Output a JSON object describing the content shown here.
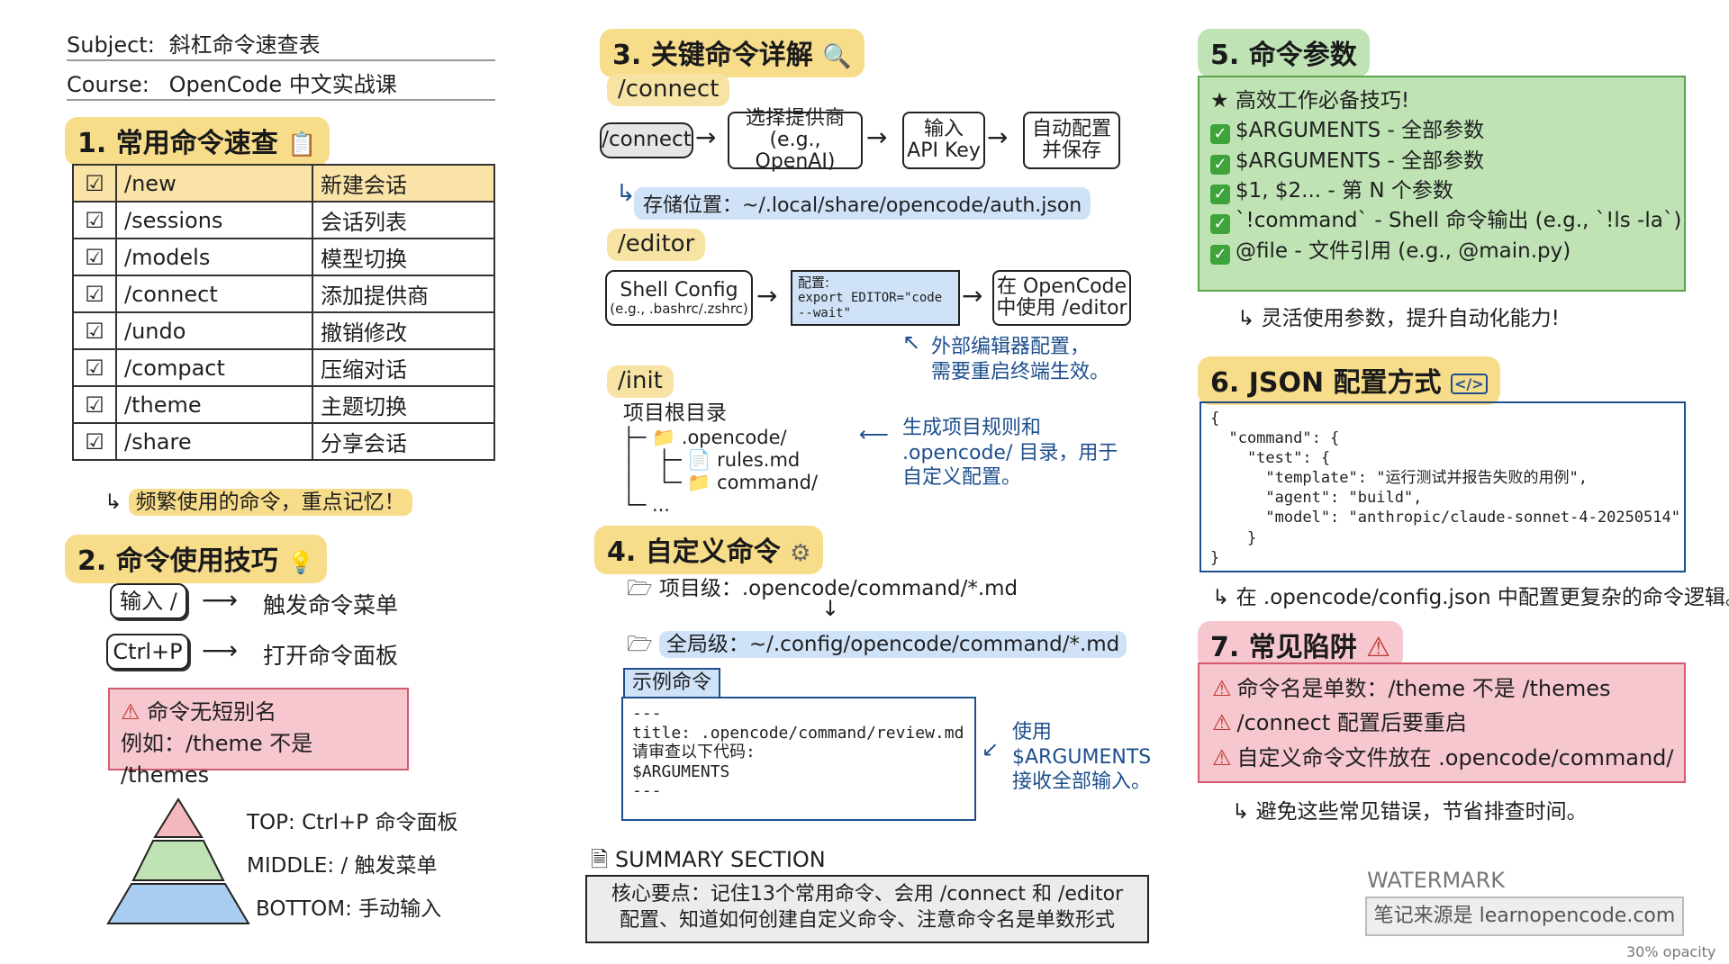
{
  "header": {
    "subject_label": "Subject:",
    "subject_value": "斜杠命令速查表",
    "course_label": "Course:",
    "course_value": "OpenCode 中文实战课"
  },
  "section1": {
    "title": "1. 常用命令速查",
    "rows": [
      {
        "cmd": "/new",
        "desc": "新建会话"
      },
      {
        "cmd": "/sessions",
        "desc": "会话列表"
      },
      {
        "cmd": "/models",
        "desc": "模型切换"
      },
      {
        "cmd": "/connect",
        "desc": "添加提供商"
      },
      {
        "cmd": "/undo",
        "desc": "撤销修改"
      },
      {
        "cmd": "/compact",
        "desc": "压缩对话"
      },
      {
        "cmd": "/theme",
        "desc": "主题切换"
      },
      {
        "cmd": "/share",
        "desc": "分享会话"
      }
    ],
    "note": "频繁使用的命令，重点记忆！"
  },
  "section2": {
    "title": "2. 命令使用技巧",
    "key1": "输入 /",
    "key1_desc": "触发命令菜单",
    "key2": "Ctrl+P",
    "key2_desc": "打开命令面板",
    "warn_line1": "命令无短别名",
    "warn_line2": "例如：/theme 不是 /themes",
    "pyramid_top": "TOP: Ctrl+P 命令面板",
    "pyramid_middle": "MIDDLE: / 触发菜单",
    "pyramid_bottom": "BOTTOM: 手动输入"
  },
  "section3": {
    "title": "3. 关键命令详解",
    "connect_label": "/connect",
    "connect_box": "/connect",
    "connect_step1_l1": "选择提供商",
    "connect_step1_l2": "(e.g., OpenAI)",
    "connect_step2_l1": "输入",
    "connect_step2_l2": "API Key",
    "connect_step3_l1": "自动配置",
    "connect_step3_l2": "并保存",
    "connect_storage": "存储位置：~/.local/share/opencode/auth.json",
    "editor_label": "/editor",
    "editor_box1_l1": "Shell Config",
    "editor_box1_l2": "(e.g., .bashrc/.zshrc)",
    "editor_box2_l1": "配置:",
    "editor_box2_l2": "export EDITOR=\"code",
    "editor_box2_l3": "--wait\"",
    "editor_box3_l1": "在 OpenCode",
    "editor_box3_l2": "中使用 /editor",
    "editor_note_l1": "外部编辑器配置，",
    "editor_note_l2": "需要重启终端生效。",
    "init_label": "/init",
    "tree_root": "项目根目录",
    "tree_l1": "├─ 📁 .opencode/",
    "tree_l2": "│    ├─ 📄 rules.md",
    "tree_l3": "│    └─ 📁 command/",
    "tree_l4": "└─ ...",
    "init_note_l1": "生成项目规则和",
    "init_note_l2": ".opencode/ 目录，用于",
    "init_note_l3": "自定义配置。"
  },
  "section4": {
    "title": "4. 自定义命令",
    "project_level": "项目级：.opencode/command/*.md",
    "global_level": "全局级：~/.config/opencode/command/*.md",
    "example_tab": "示例命令",
    "example_l1": "---",
    "example_l2": "title: .opencode/command/review.md",
    "example_l3": "请审查以下代码:",
    "example_l4": "$ARGUMENTS",
    "example_l5": "---",
    "note_l1": "使用",
    "note_l2": "$ARGUMENTS",
    "note_l3": "接收全部输入。"
  },
  "summary": {
    "title": "SUMMARY SECTION",
    "line1": "核心要点：记住13个常用命令、会用 /connect 和 /editor",
    "line2": "配置、知道如何创建自定义命令、注意命令名是单数形式"
  },
  "section5": {
    "title": "5. 命令参数",
    "star_line": "★ 高效工作必备技巧!",
    "items": [
      "$ARGUMENTS - 全部参数",
      "$ARGUMENTS - 全部参数",
      "$1, $2... - 第 N 个参数",
      "`!command` - Shell 命令输出 (e.g., `!ls -la`)",
      "@file - 文件引用 (e.g., @main.py)"
    ],
    "note": "灵活使用参数，提升自动化能力!"
  },
  "section6": {
    "title": "6. JSON 配置方式",
    "json_lines": [
      "{",
      "  \"command\": {",
      "    \"test\": {",
      "      \"template\": \"运行测试并报告失败的用例\",",
      "      \"agent\": \"build\",",
      "      \"model\": \"anthropic/claude-sonnet-4-20250514\"",
      "    }",
      "}"
    ],
    "note": "在 .opencode/config.json 中配置更复杂的命令逻辑。"
  },
  "section7": {
    "title": "7. 常见陷阱",
    "items": [
      "命令名是单数：/theme 不是 /themes",
      "/connect 配置后要重启",
      "自定义命令文件放在 .opencode/command/"
    ],
    "note": "避免这些常见错误，节省排查时间。"
  },
  "watermark": {
    "label": "WATERMARK",
    "text": "笔记来源是 learnopencode.com",
    "opacity": "30% opacity"
  }
}
